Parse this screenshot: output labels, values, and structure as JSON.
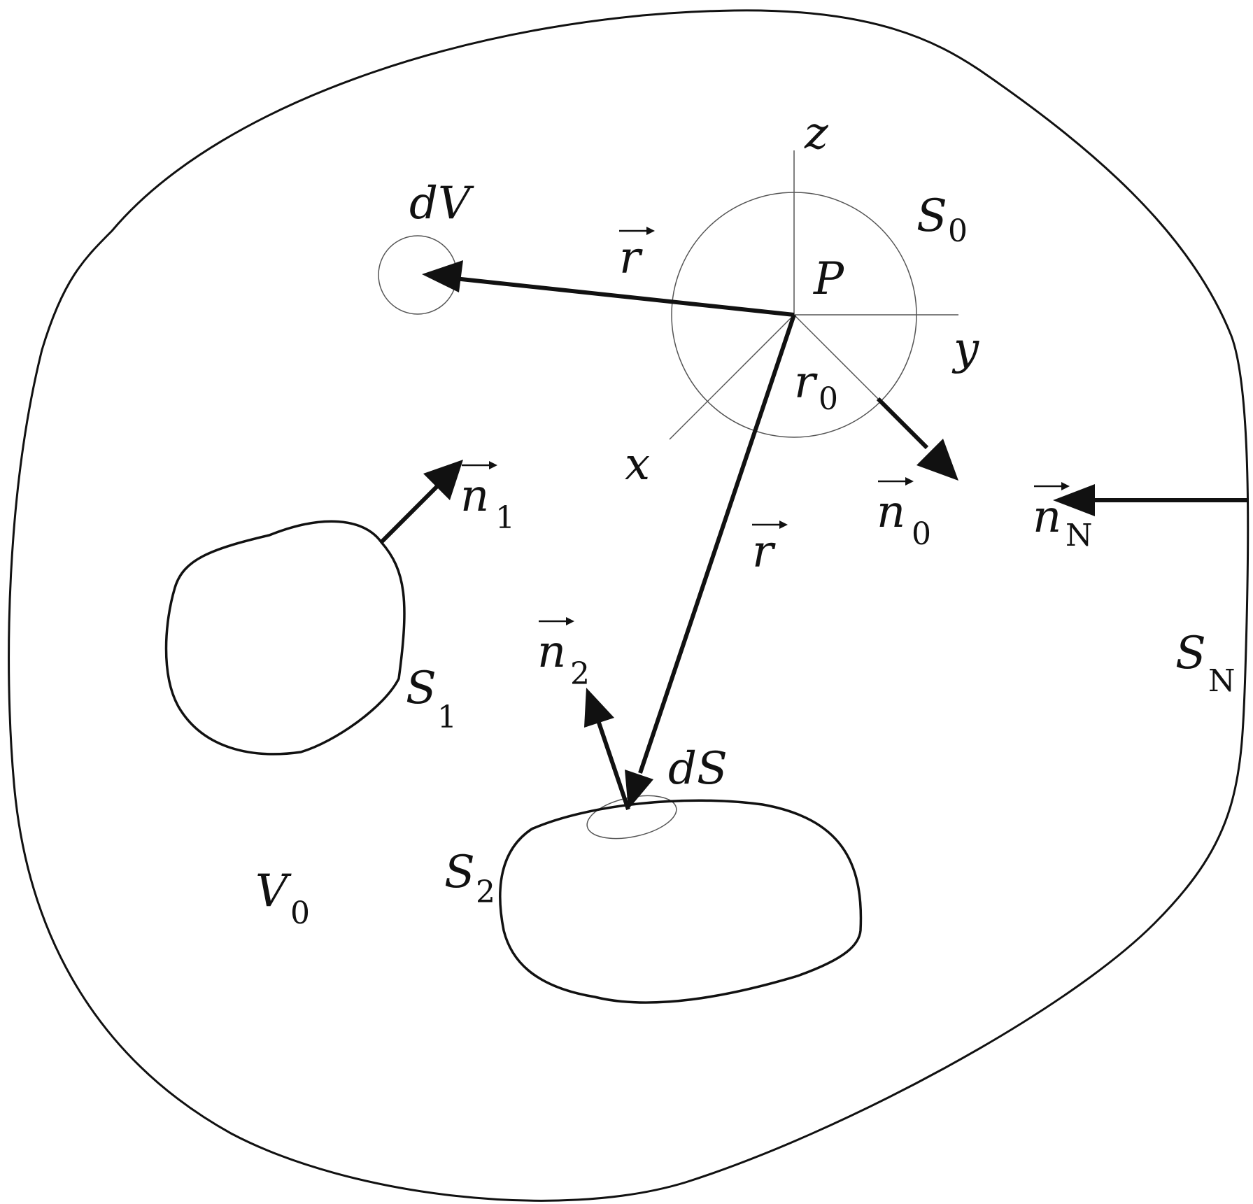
{
  "labels": {
    "z": "z",
    "y": "y",
    "x": "x",
    "P": "P",
    "r0_main": "r",
    "r0_sub": "0",
    "S0_main": "S",
    "S0_sub": "0",
    "dV": "dV",
    "r_top": "r",
    "r_mid": "r",
    "n1_main": "n",
    "n1_sub": "1",
    "n0_main": "n",
    "n0_sub": "0",
    "nN_main": "n",
    "nN_sub": "N",
    "n2_main": "n",
    "n2_sub": "2",
    "S1_main": "S",
    "S1_sub": "1",
    "SN_main": "S",
    "SN_sub": "N",
    "dS": "dS",
    "S2_main": "S",
    "S2_sub": "2",
    "V0_main": "V",
    "V0_sub": "0"
  },
  "colors": {
    "line": "#111111",
    "thin_line": "#555555",
    "background": "#ffffff"
  }
}
